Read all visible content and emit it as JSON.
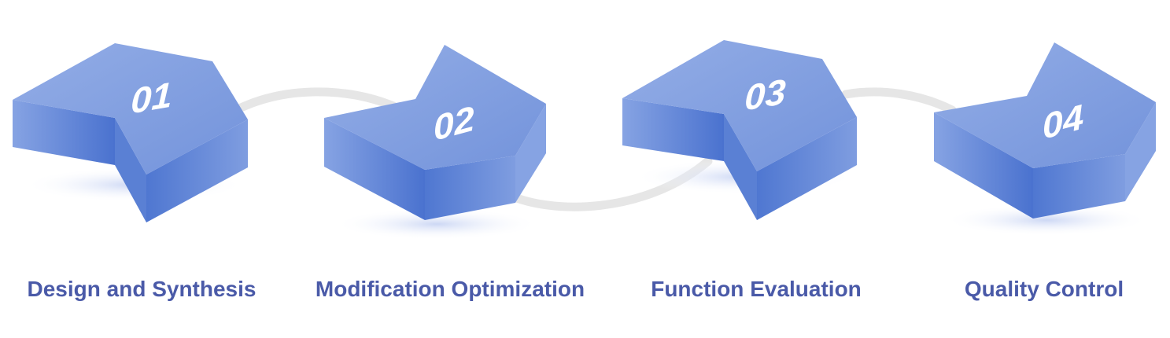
{
  "steps": [
    {
      "number": "01",
      "label": "Design and Synthesis"
    },
    {
      "number": "02",
      "label": "Modification Optimization"
    },
    {
      "number": "03",
      "label": "Function Evaluation"
    },
    {
      "number": "04",
      "label": "Quality Control"
    }
  ],
  "colors": {
    "top_face": "#7d9ee0",
    "side_face_light": "#7a99e0",
    "side_face_dark": "#4a72cf",
    "connector": "#e6e6e6",
    "label_text": "#4a5aa8",
    "number_text": "#ffffff"
  }
}
